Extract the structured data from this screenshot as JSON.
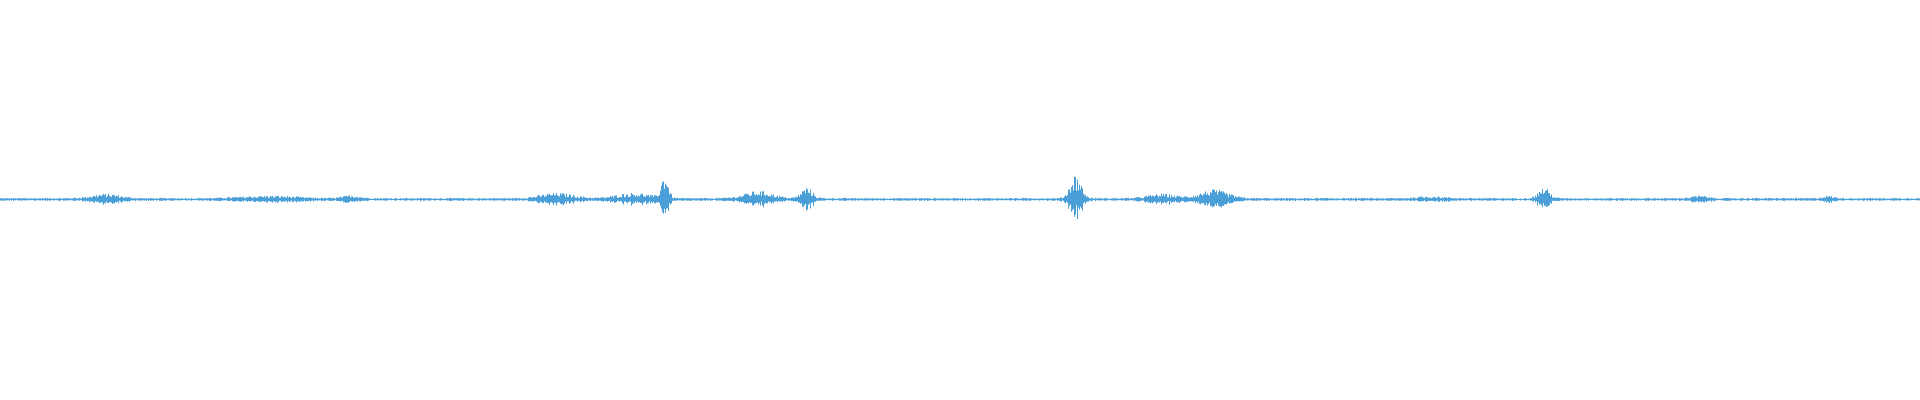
{
  "waveform": {
    "color": "#4a9fd8",
    "baseline_amplitude": 0.004,
    "peak_amplitude_max": 0.06,
    "bursts": [
      {
        "center": 0.055,
        "spread": 0.01,
        "strength": 0.18
      },
      {
        "center": 0.14,
        "spread": 0.02,
        "strength": 0.1
      },
      {
        "center": 0.183,
        "spread": 0.006,
        "strength": 0.12
      },
      {
        "center": 0.29,
        "spread": 0.012,
        "strength": 0.22
      },
      {
        "center": 0.33,
        "spread": 0.012,
        "strength": 0.22
      },
      {
        "center": 0.346,
        "spread": 0.0025,
        "strength": 1.0
      },
      {
        "center": 0.395,
        "spread": 0.01,
        "strength": 0.3
      },
      {
        "center": 0.42,
        "spread": 0.004,
        "strength": 0.45
      },
      {
        "center": 0.56,
        "spread": 0.004,
        "strength": 1.0
      },
      {
        "center": 0.605,
        "spread": 0.01,
        "strength": 0.18
      },
      {
        "center": 0.632,
        "spread": 0.01,
        "strength": 0.35
      },
      {
        "center": 0.745,
        "spread": 0.01,
        "strength": 0.08
      },
      {
        "center": 0.804,
        "spread": 0.004,
        "strength": 0.45
      },
      {
        "center": 0.885,
        "spread": 0.006,
        "strength": 0.1
      },
      {
        "center": 0.952,
        "spread": 0.004,
        "strength": 0.1
      }
    ]
  }
}
